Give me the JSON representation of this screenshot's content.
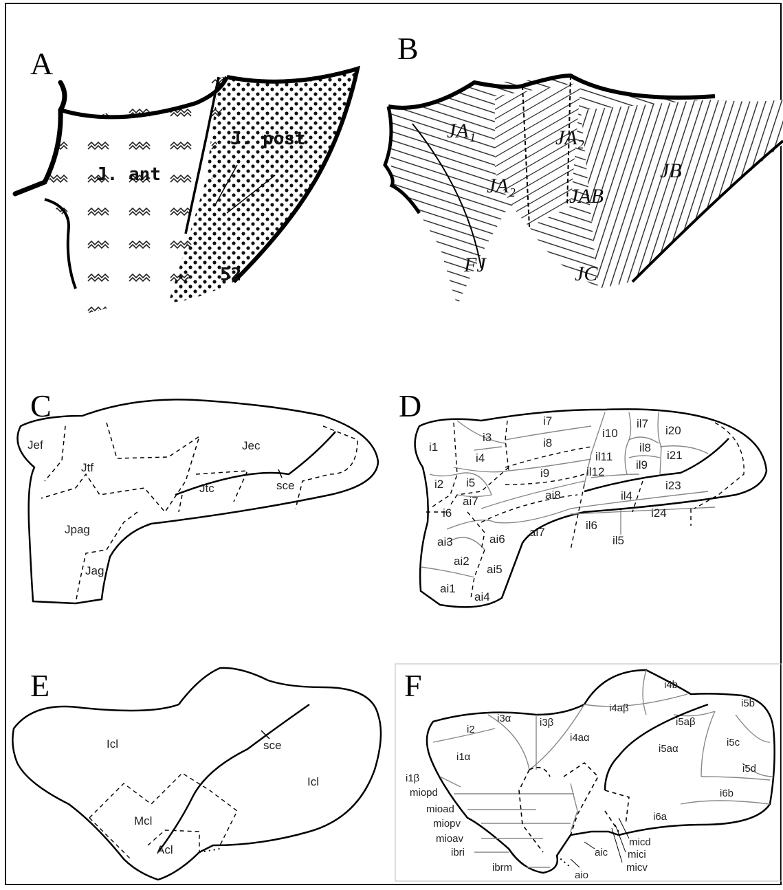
{
  "panels": {
    "A": {
      "letter": "A",
      "labels": {
        "jant": "J. ant",
        "jpost": "J. post",
        "n52": "52"
      }
    },
    "B": {
      "letter": "B",
      "labels": {
        "ja1": "JA₁",
        "ja2top": "JA₂",
        "ja2": "JA₂",
        "jab": "JAB",
        "jb": "JB",
        "fj": "FJ",
        "jc": "JC"
      }
    },
    "C": {
      "letter": "C",
      "labels": {
        "jef": "Jef",
        "jtf": "Jtf",
        "jec": "Jec",
        "sce": "sce",
        "jtc": "Jtc",
        "jpag": "Jpag",
        "jag": "Jag"
      }
    },
    "D": {
      "letter": "D",
      "labels": {
        "i1": "i1",
        "i2": "i2",
        "i3": "i3",
        "i4": "i4",
        "i5": "i5",
        "i6": "i6",
        "i7": "i7",
        "i8": "i8",
        "i9": "i9",
        "i10": "i10",
        "il7": "il7",
        "i20": "i20",
        "il8": "il8",
        "il11": "il11",
        "il12": "il12",
        "il9": "il9",
        "i21": "i21",
        "i23": "i23",
        "il4": "il4",
        "i24": "i24",
        "il6": "il6",
        "il5": "il5",
        "ai1": "ai1",
        "ai2": "ai2",
        "ai3": "ai3",
        "ai4": "ai4",
        "ai5": "ai5",
        "ai6": "ai6",
        "ai7a": "ai7",
        "ai7b": "ai7",
        "ai8": "ai8"
      }
    },
    "E": {
      "letter": "E",
      "labels": {
        "icl1": "Icl",
        "icl2": "Icl",
        "sce": "sce",
        "mcl": "Mcl",
        "acl": "Acl"
      }
    },
    "F": {
      "letter": "F",
      "labels": {
        "i2": "i2",
        "i3a": "i3α",
        "i3b": "i3β",
        "i4b": "i4b",
        "i4ab": "i4aβ",
        "i4aa": "i4aα",
        "i5b": "i5b",
        "i5ab": "i5aβ",
        "i5c": "i5c",
        "i5aa": "i5aα",
        "i5d": "i5d",
        "i1a": "i1α",
        "i1b": "i1β",
        "i6b": "i6b",
        "i6a": "i6a",
        "miopd": "miopd",
        "mioad": "mioad",
        "miopv": "miopv",
        "mioav": "mioav",
        "ibri": "ibri",
        "ibrm": "ibrm",
        "aic": "aic",
        "aio": "aio",
        "micd": "micd",
        "mici": "mici",
        "micv": "micv"
      }
    }
  }
}
